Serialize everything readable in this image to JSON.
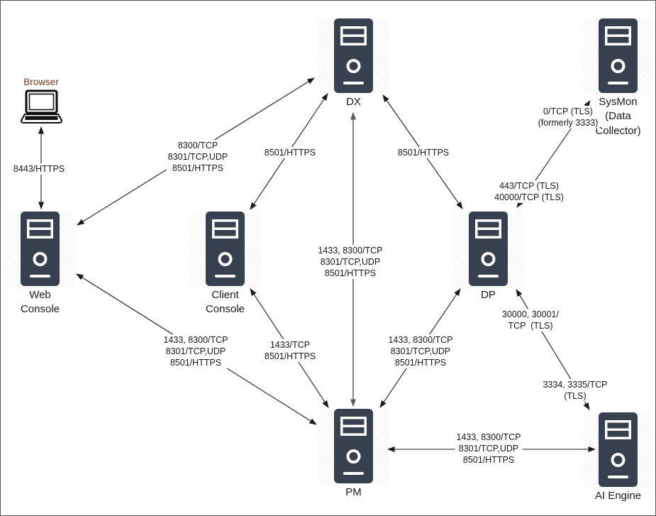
{
  "colors": {
    "server_fill": "#36404F",
    "line_color": "#1a1a1a",
    "gray_line": "#595959",
    "browser_label": "#7A3A1D"
  },
  "nodes": {
    "browser": {
      "label": "Browser"
    },
    "web_console": {
      "label": "Web\nConsole"
    },
    "client_console": {
      "label": "Client\nConsole"
    },
    "dx": {
      "label": "DX"
    },
    "sysmon": {
      "label": "SysMon\n(Data\nCollector)"
    },
    "dp": {
      "label": "DP"
    },
    "pm": {
      "label": "PM"
    },
    "ai_engine": {
      "label": "AI Engine"
    }
  },
  "edge_labels": {
    "browser_web_console": "8443/HTTPS",
    "web_console_dx": "8300/TCP\n8301/TCP,UDP\n8501/HTTPS",
    "client_console_dx": "8501/HTTPS",
    "dx_dp": "8501/HTTPS",
    "dp_sysmon_upper": "0/TCP (TLS)\n(formerly 3333)",
    "dp_sysmon_lower": "443/TCP (TLS)\n40000/TCP (TLS)",
    "dx_pm": "1433, 8300/TCP\n8301/TCP,UDP\n8501/HTTPS",
    "web_console_pm": "1433, 8300/TCP\n8301/TCP,UDP\n8501/HTTPS",
    "client_console_pm": "1433/TCP\n8501/HTTPS",
    "dp_pm": "1433, 8300/TCP\n8301/TCP,UDP\n8501/HTTPS",
    "dp_ai_engine_upper": "30000, 30001/\nTCP  (TLS)",
    "dp_ai_engine_lower": "3334, 3335/TCP\n(TLS)",
    "pm_ai_engine": "1433, 8300/TCP\n8301/TCP,UDP\n8501/HTTPS"
  }
}
